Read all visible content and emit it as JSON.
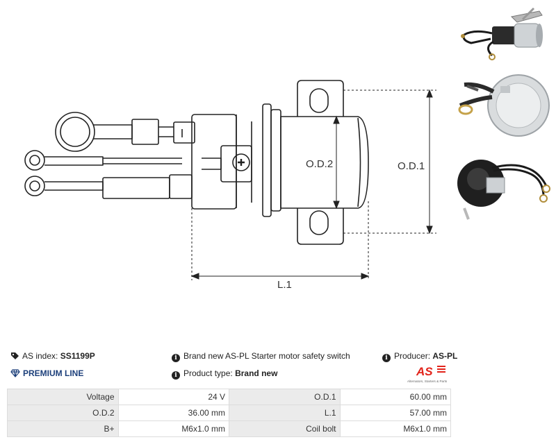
{
  "diagram": {
    "label_od2": "O.D.2",
    "label_od1": "O.D.1",
    "label_l1": "L.1"
  },
  "info": {
    "index_label": "AS index:",
    "index_value": "SS1199P",
    "premium": "PREMIUM LINE",
    "description": "Brand new AS-PL Starter motor safety switch",
    "product_type_label": "Product type:",
    "product_type_value": "Brand new",
    "producer_label": "Producer:",
    "producer_value": "AS-PL"
  },
  "logo": {
    "mark": "AS",
    "tagline": "Alternators, Starters & Parts",
    "accent_color": "#e2231a"
  },
  "specs": [
    {
      "l1": "Voltage",
      "v1": "24 V",
      "l2": "O.D.1",
      "v2": "60.00 mm"
    },
    {
      "l1": "O.D.2",
      "v1": "36.00 mm",
      "l2": "L.1",
      "v2": "57.00 mm"
    },
    {
      "l1": "B+",
      "v1": "M6x1.0 mm",
      "l2": "Coil bolt",
      "v2": "M6x1.0 mm"
    }
  ]
}
